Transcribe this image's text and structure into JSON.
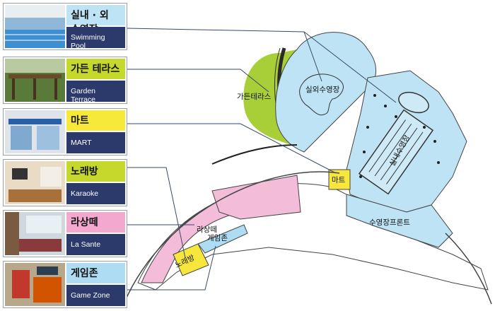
{
  "legend": [
    {
      "korean": "실내 · 외 수영장",
      "english": "Swimming Pool",
      "color": "#bde3f5"
    },
    {
      "korean": "가든 테라스",
      "english": "Garden Terrace",
      "color": "#c5d82b"
    },
    {
      "korean": "마트",
      "english": "MART",
      "color": "#f6e93a"
    },
    {
      "korean": "노래방",
      "english": "Karaoke",
      "color": "#c5d82b"
    },
    {
      "korean": "라상떼",
      "english": "La Sante",
      "color": "#f3a9cf"
    },
    {
      "korean": "게임존",
      "english": "Game Zone",
      "color": "#aedcf3"
    }
  ],
  "map_labels": {
    "garden_terrace": "가든테라스",
    "outdoor_pool": "실외수영장",
    "indoor_pool": "실내수영장",
    "mart": "마트",
    "pool_front": "수영장프론트",
    "la_sante": "라상떼",
    "game_zone": "게임존",
    "karaoke": "노래방"
  },
  "colors": {
    "pool_blue": "#bde3f5",
    "garden_green": "#a9cf38",
    "mart_yellow": "#f7e63b",
    "la_sante_pink": "#f3bcd9",
    "navy": "#2c3a6b",
    "leader_line": "#3a4a6a"
  }
}
